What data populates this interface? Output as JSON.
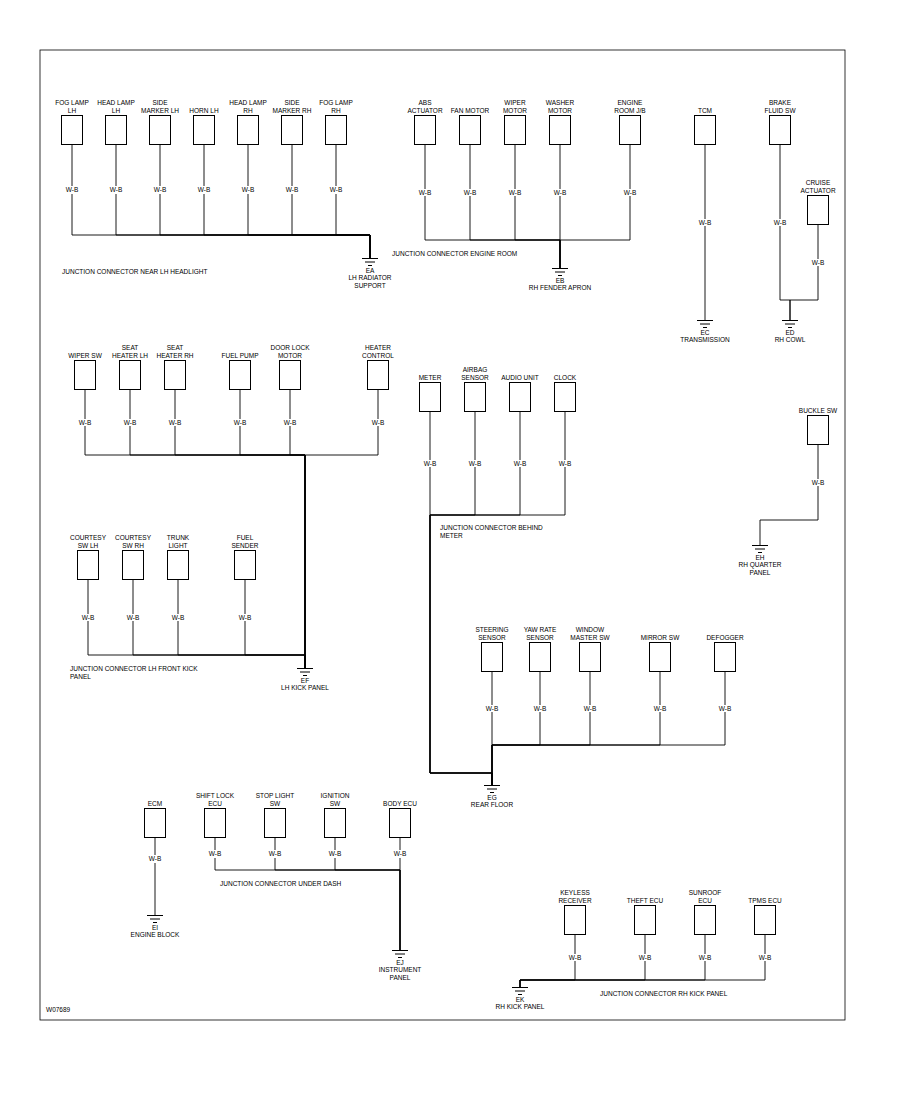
{
  "diagram": {
    "nodes": [
      {
        "text": [
          "FOG LAMP LH"
        ]
      },
      {
        "text": [
          "HEAD LAMP LH"
        ]
      },
      {
        "text": [
          "SIDE MARKER LH"
        ]
      },
      {
        "text": [
          "HORN LH"
        ]
      },
      {
        "text": [
          "HEAD LAMP RH"
        ]
      },
      {
        "text": [
          "SIDE MARKER RH"
        ]
      },
      {
        "text": [
          "FOG LAMP RH"
        ]
      },
      {
        "text": [
          "EA",
          "LH RADIATOR SUPPORT"
        ]
      },
      {
        "text": [
          "ABS ACTUATOR"
        ]
      },
      {
        "text": [
          "FAN MOTOR"
        ]
      },
      {
        "text": [
          "WIPER MOTOR"
        ]
      },
      {
        "text": [
          "WASHER MOTOR"
        ]
      },
      {
        "text": [
          "ENGINE ROOM J/B"
        ]
      },
      {
        "text": [
          "EB",
          "RH FENDER APRON"
        ]
      },
      {
        "text": [
          "TCM"
        ]
      },
      {
        "text": [
          "EC",
          "TRANSMISSION"
        ]
      },
      {
        "text": [
          "BRAKE FLUID SW"
        ]
      },
      {
        "text": [
          "CRUISE ACTUATOR"
        ]
      },
      {
        "text": [
          "ED",
          "RH COWL"
        ]
      },
      {
        "text": [
          "WIPER SW"
        ]
      },
      {
        "text": [
          "SEAT HEATER LH"
        ]
      },
      {
        "text": [
          "SEAT HEATER RH"
        ]
      },
      {
        "text": [
          "FUEL PUMP"
        ]
      },
      {
        "text": [
          "DOOR LOCK MOTOR"
        ]
      },
      {
        "text": [
          "HEATER CONTROL"
        ]
      },
      {
        "text": [
          "EF",
          "LH KICK PANEL"
        ]
      },
      {
        "text": [
          "METER"
        ]
      },
      {
        "text": [
          "AIRBAG SENSOR"
        ]
      },
      {
        "text": [
          "AUDIO UNIT"
        ]
      },
      {
        "text": [
          "CLOCK"
        ]
      },
      {
        "text": [
          "EG",
          "REAR FLOOR"
        ]
      },
      {
        "text": [
          "STEERING SENSOR"
        ]
      },
      {
        "text": [
          "YAW RATE SENSOR"
        ]
      },
      {
        "text": [
          "WINDOW MASTER SW"
        ]
      },
      {
        "text": [
          "MIRROR SW"
        ]
      },
      {
        "text": [
          "DEFOGGER"
        ]
      },
      {
        "text": [
          "BUCKLE SW"
        ]
      },
      {
        "text": [
          "EH",
          "RH QUARTER PANEL"
        ]
      },
      {
        "text": [
          "COURTESY SW LH"
        ]
      },
      {
        "text": [
          "COURTESY SW RH"
        ]
      },
      {
        "text": [
          "TRUNK LIGHT"
        ]
      },
      {
        "text": [
          "FUEL SENDER"
        ]
      },
      {
        "text": [
          "ECM"
        ]
      },
      {
        "text": [
          "EI",
          "ENGINE BLOCK"
        ]
      },
      {
        "text": [
          "SHIFT LOCK ECU"
        ]
      },
      {
        "text": [
          "STOP LIGHT SW"
        ]
      },
      {
        "text": [
          "IGNITION SW"
        ]
      },
      {
        "text": [
          "BODY ECU"
        ]
      },
      {
        "text": [
          "EJ",
          "INSTRUMENT PANEL"
        ]
      },
      {
        "text": [
          "KEYLESS RECEIVER"
        ]
      },
      {
        "text": [
          "THEFT ECU"
        ]
      },
      {
        "text": [
          "SUNROOF ECU"
        ]
      },
      {
        "text": [
          "TPMS ECU"
        ]
      },
      {
        "text": [
          "EK",
          "RH KICK PANEL"
        ]
      }
    ],
    "edges": [
      {
        "from": 0,
        "to": 7,
        "arrow": "none",
        "label": "W-B"
      },
      {
        "from": 1,
        "to": 7,
        "arrow": "none",
        "label": "W-B"
      },
      {
        "from": 2,
        "to": 7,
        "arrow": "none",
        "label": "W-B"
      },
      {
        "from": 3,
        "to": 7,
        "arrow": "none",
        "label": "W-B"
      },
      {
        "from": 4,
        "to": 7,
        "arrow": "none",
        "label": "W-B"
      },
      {
        "from": 5,
        "to": 7,
        "arrow": "none",
        "label": "W-B"
      },
      {
        "from": 6,
        "to": 7,
        "arrow": "none",
        "label": "W-B"
      },
      {
        "from": 8,
        "to": 13,
        "arrow": "none",
        "label": "W-B"
      },
      {
        "from": 9,
        "to": 13,
        "arrow": "none",
        "label": "W-B"
      },
      {
        "from": 10,
        "to": 13,
        "arrow": "none",
        "label": "W-B"
      },
      {
        "from": 11,
        "to": 13,
        "arrow": "none",
        "label": "W-B"
      },
      {
        "from": 12,
        "to": 13,
        "arrow": "none",
        "label": "W-B"
      },
      {
        "from": 14,
        "to": 15,
        "arrow": "none",
        "label": "W-B"
      },
      {
        "from": 16,
        "to": 18,
        "arrow": "none",
        "label": "W-B"
      },
      {
        "from": 17,
        "to": 18,
        "arrow": "none",
        "label": "W-B"
      },
      {
        "from": 19,
        "to": 25,
        "arrow": "none",
        "label": "W-B"
      },
      {
        "from": 20,
        "to": 25,
        "arrow": "none",
        "label": "W-B"
      },
      {
        "from": 21,
        "to": 25,
        "arrow": "none",
        "label": "W-B"
      },
      {
        "from": 22,
        "to": 25,
        "arrow": "none",
        "label": "W-B"
      },
      {
        "from": 23,
        "to": 25,
        "arrow": "none",
        "label": "W-B"
      },
      {
        "from": 24,
        "to": 25,
        "arrow": "none",
        "label": "W-B"
      },
      {
        "from": 26,
        "to": 30,
        "arrow": "none",
        "label": "W-B"
      },
      {
        "from": 27,
        "to": 30,
        "arrow": "none",
        "label": "W-B"
      },
      {
        "from": 28,
        "to": 30,
        "arrow": "none",
        "label": "W-B"
      },
      {
        "from": 29,
        "to": 30,
        "arrow": "none",
        "label": "W-B"
      },
      {
        "from": 31,
        "to": 30,
        "arrow": "none",
        "label": "W-B"
      },
      {
        "from": 32,
        "to": 30,
        "arrow": "none",
        "label": "W-B"
      },
      {
        "from": 33,
        "to": 30,
        "arrow": "none",
        "label": "W-B"
      },
      {
        "from": 34,
        "to": 30,
        "arrow": "none",
        "label": "W-B"
      },
      {
        "from": 35,
        "to": 30,
        "arrow": "none",
        "label": "W-B"
      },
      {
        "from": 36,
        "to": 37,
        "arrow": "none",
        "label": "W-B"
      },
      {
        "from": 38,
        "to": 25,
        "arrow": "none",
        "label": "W-B"
      },
      {
        "from": 39,
        "to": 25,
        "arrow": "none",
        "label": "W-B"
      },
      {
        "from": 40,
        "to": 25,
        "arrow": "none",
        "label": "W-B"
      },
      {
        "from": 41,
        "to": 25,
        "arrow": "none",
        "label": "W-B"
      },
      {
        "from": 42,
        "to": 43,
        "arrow": "none",
        "label": "W-B"
      },
      {
        "from": 44,
        "to": 48,
        "arrow": "none",
        "label": "W-B"
      },
      {
        "from": 45,
        "to": 48,
        "arrow": "none",
        "label": "W-B"
      },
      {
        "from": 46,
        "to": 48,
        "arrow": "none",
        "label": "W-B"
      },
      {
        "from": 47,
        "to": 48,
        "arrow": "none",
        "label": "W-B"
      },
      {
        "from": 49,
        "to": 53,
        "arrow": "none",
        "label": "W-B"
      },
      {
        "from": 50,
        "to": 53,
        "arrow": "none",
        "label": "W-B"
      },
      {
        "from": 51,
        "to": 53,
        "arrow": "none",
        "label": "W-B"
      },
      {
        "from": 52,
        "to": 53,
        "arrow": "none",
        "label": "W-B"
      }
    ],
    "labels": [
      "JUNCTION CONNECTOR NEAR LH HEADLIGHT",
      "JUNCTION CONNECTOR ENGINE ROOM",
      "JUNCTION CONNECTOR BEHIND METER",
      "JUNCTION CONNECTOR LH FRONT KICK PANEL",
      "JUNCTION CONNECTOR UNDER DASH",
      "JUNCTION CONNECTOR RH KICK PANEL",
      "W07689"
    ]
  }
}
